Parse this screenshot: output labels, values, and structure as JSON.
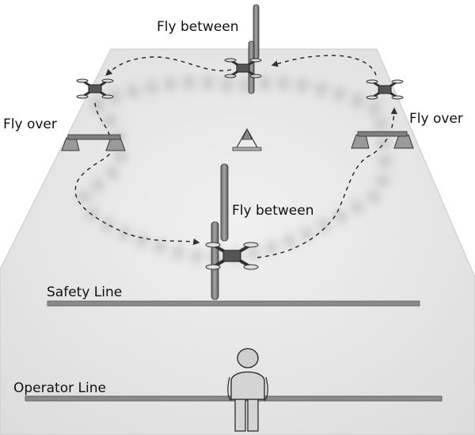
{
  "labels": {
    "fly_between_top": "Fly between",
    "fly_between_center": "Fly between",
    "fly_over_left": "Fly over",
    "fly_over_right": "Fly over",
    "safety_line": "Safety Line",
    "operator_line": "Operator Line"
  },
  "colors": {
    "background": "#ffffff",
    "field": "#e7e7e7",
    "pole": "#8e8e8e",
    "line": "#8a8a8a",
    "ink": "#111111"
  },
  "icons": [
    "drone-icon",
    "pole-icon",
    "hurdle-icon",
    "cone-icon",
    "operator-figure"
  ]
}
